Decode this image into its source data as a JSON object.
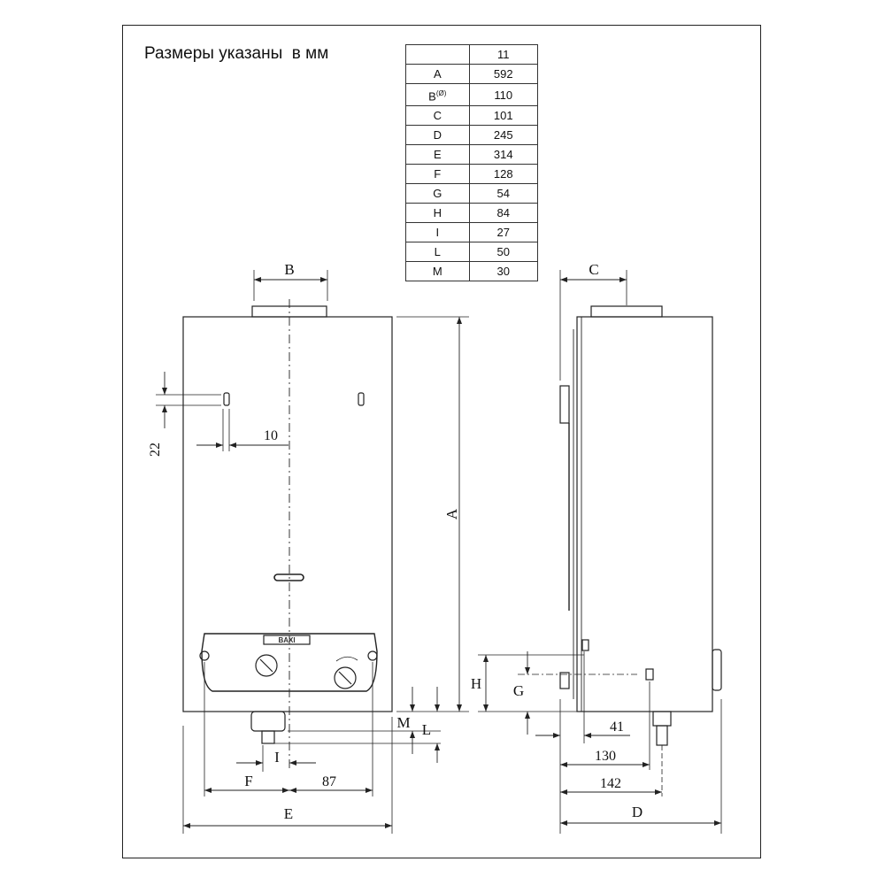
{
  "title": "Размеры указаны  в мм",
  "table": {
    "header": [
      "",
      "11"
    ],
    "rows": [
      {
        "key": "A",
        "value": "592"
      },
      {
        "key": "B",
        "key_sup": "(Ø)",
        "value": "110"
      },
      {
        "key": "C",
        "value": "101"
      },
      {
        "key": "D",
        "value": "245"
      },
      {
        "key": "E",
        "value": "314"
      },
      {
        "key": "F",
        "value": "128"
      },
      {
        "key": "G",
        "value": "54"
      },
      {
        "key": "H",
        "value": "84"
      },
      {
        "key": "I",
        "value": "27"
      },
      {
        "key": "L",
        "value": "50"
      },
      {
        "key": "M",
        "value": "30"
      }
    ]
  },
  "front_view": {
    "labels": {
      "B": "B",
      "A": "A",
      "E": "E",
      "F": "F",
      "I": "I",
      "M": "M",
      "L": "L"
    },
    "dims": {
      "d22": "22",
      "d10": "10",
      "d87": "87"
    },
    "logo": "BAXI"
  },
  "side_view": {
    "labels": {
      "C": "C",
      "D": "D",
      "G": "G",
      "H": "H"
    },
    "dims": {
      "d41": "41",
      "d130": "130",
      "d142": "142"
    }
  }
}
